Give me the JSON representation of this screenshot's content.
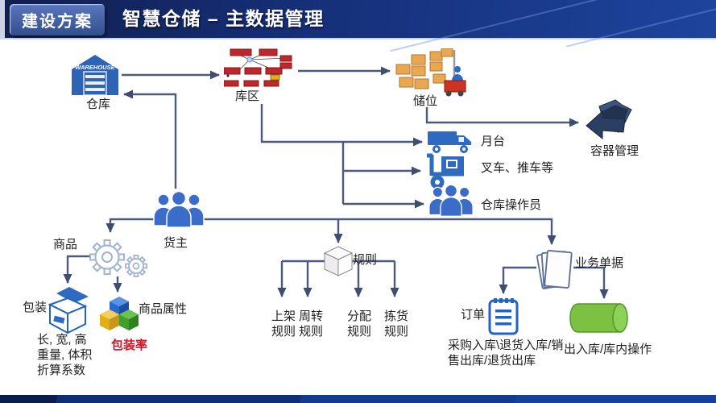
{
  "header": {
    "badge": "建设方案",
    "title": "智慧仓储 – 主数据管理"
  },
  "nodes": {
    "warehouse": {
      "label": "仓库",
      "icon_text": "WAREHOUSE"
    },
    "storage_area": {
      "label": "库区"
    },
    "storage_bin": {
      "label": "储位"
    },
    "container_mgmt": {
      "label": "容器管理"
    },
    "dock": {
      "label": "月台"
    },
    "carts": {
      "label": "叉车、推车等"
    },
    "operator": {
      "label": "仓库操作员"
    },
    "cargo_owner": {
      "label": "货主"
    },
    "product": {
      "label": "商品"
    },
    "packaging": {
      "label": "包装"
    },
    "product_attrs": {
      "label": "商品属性"
    },
    "packing_rate": {
      "label": "包装率"
    },
    "dimensions": {
      "label": "长, 宽, 高\n重量, 体积\n折算系数"
    },
    "rules": {
      "label": "规则"
    },
    "rule_shelving": {
      "label": "上架\n规则"
    },
    "rule_turnover": {
      "label": "周转\n规则"
    },
    "rule_allocation": {
      "label": "分配\n规则"
    },
    "rule_picking": {
      "label": "拣货\n规则"
    },
    "order": {
      "label": "订单"
    },
    "order_types": {
      "label": "采购入库\\退货入库/销\n售出库/退货出库"
    },
    "business_docs": {
      "label": "业务单据"
    },
    "warehouse_ops": {
      "label": "出入库/库内操作"
    }
  },
  "colors": {
    "header_navy": "#101f4e",
    "header_blue": "#1d449c",
    "icon_blue": "#2e6ac0",
    "line_slate": "#4b5a7d",
    "block_red": "#c0272d",
    "box_orange": "#e9a753",
    "cylinder_green": "#7cc142",
    "alert_red": "#cf1322",
    "container_navy": "#2b3f63"
  }
}
